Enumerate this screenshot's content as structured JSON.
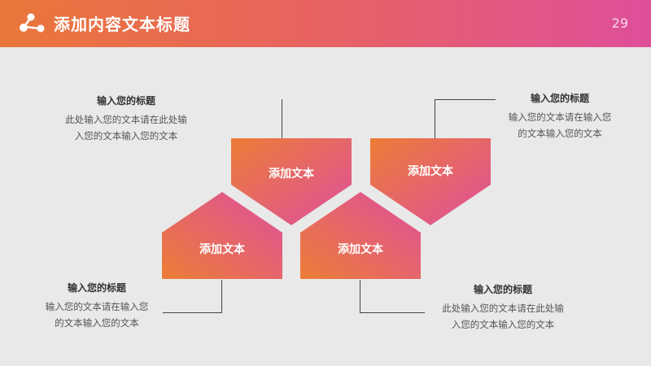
{
  "header": {
    "title": "添加内容文本标题",
    "page_number": "29",
    "logo_icon": "share-nodes-icon"
  },
  "shapes": [
    {
      "label": "添加文本"
    },
    {
      "label": "添加文本"
    },
    {
      "label": "添加文本"
    },
    {
      "label": "添加文本"
    }
  ],
  "blocks": [
    {
      "title": "输入您的标题",
      "lines": [
        "此处输入您的文本请在此处输",
        "入您的文本输入您的文本"
      ]
    },
    {
      "title": "输入您的标题",
      "lines": [
        "输入您的文本请在输入您",
        "的文本输入您的文本"
      ]
    },
    {
      "title": "输入您的标题",
      "lines": [
        "输入您的文本请在输入您",
        "的文本输入您的文本"
      ]
    },
    {
      "title": "输入您的标题",
      "lines": [
        "此处输入您的文本请在此处输",
        "入您的文本输入您的文本"
      ]
    }
  ],
  "colors": {
    "gradient_orange": "#e9773a",
    "gradient_pink": "#df4f9c",
    "background": "#e9e9e9"
  }
}
